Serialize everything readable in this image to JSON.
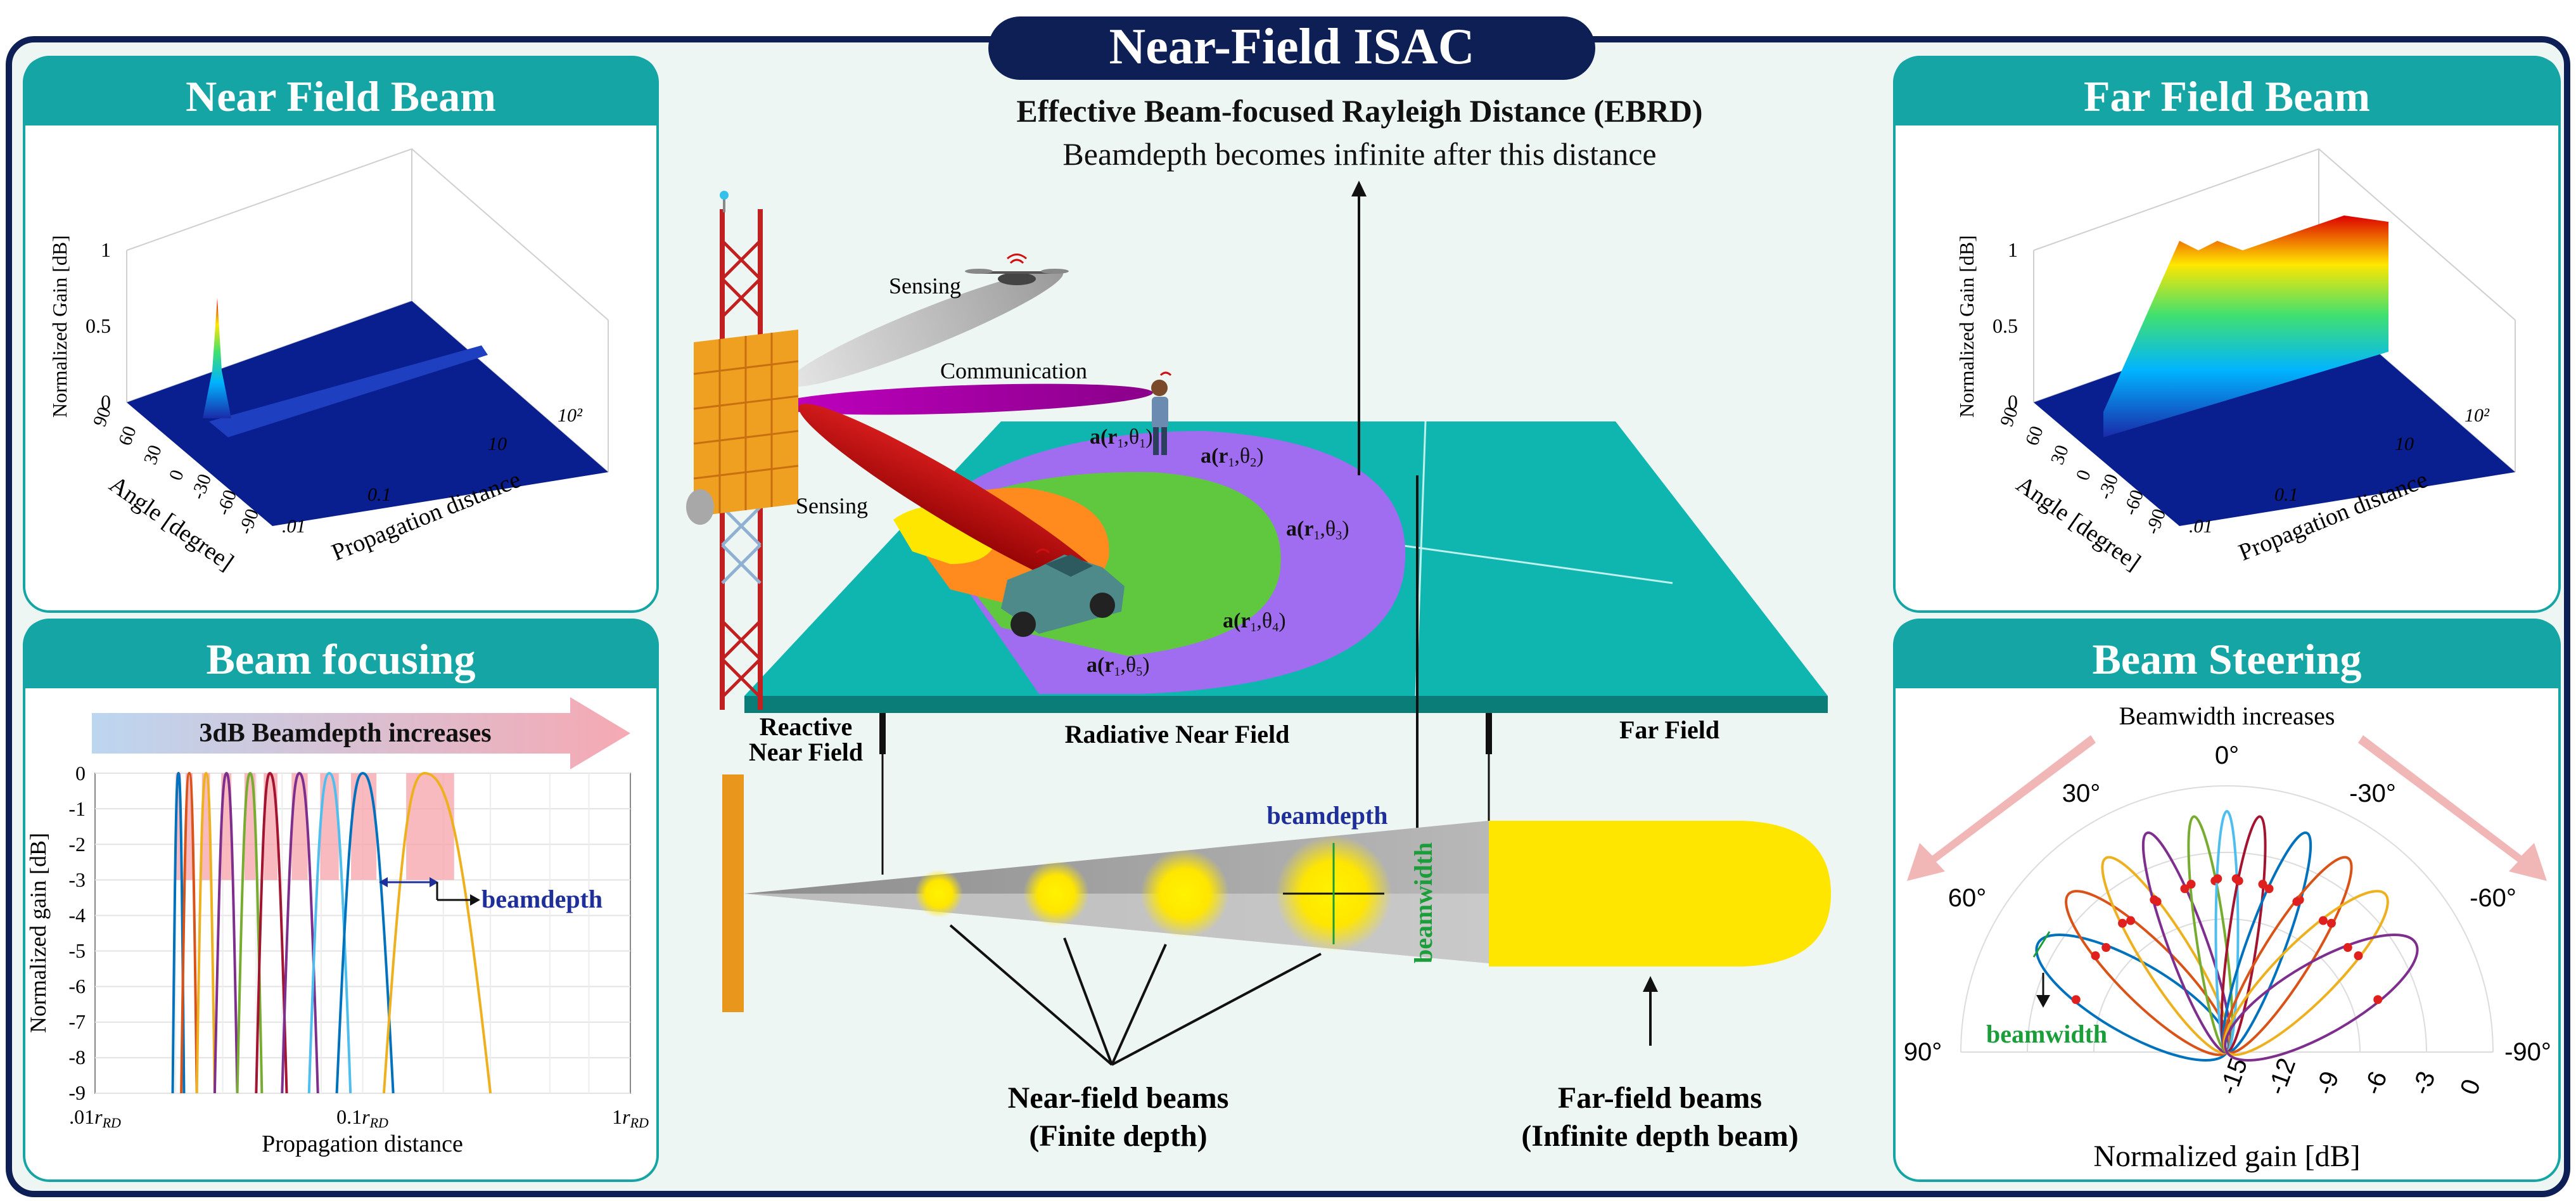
{
  "title": "Near-Field ISAC",
  "ebrd": {
    "title": "Effective Beam-focused Rayleigh Distance (EBRD)",
    "subtitle": "Beamdepth becomes infinite after this distance"
  },
  "panels": {
    "near_field_beam": {
      "title": "Near Field Beam",
      "zlabel": "Normalized Gain [dB]",
      "angle_label": "Angle [degree]",
      "distance_label": "Propagation distance",
      "angle_ticks": [
        "90",
        "60",
        "30",
        "0",
        "-30",
        "-60",
        "-90"
      ],
      "z_ticks": [
        "1",
        "0.5",
        "0"
      ],
      "distance_ticks": [
        ".01",
        "0.1",
        "",
        "10",
        "10²"
      ]
    },
    "far_field_beam": {
      "title": "Far Field Beam",
      "zlabel": "Normalized Gain [dB]",
      "angle_label": "Angle [degree]",
      "distance_label": "Propagation distance",
      "angle_ticks": [
        "90",
        "60",
        "30",
        "0",
        "-30",
        "-60",
        "-90"
      ],
      "z_ticks": [
        "1",
        "0.5",
        "0"
      ],
      "distance_ticks": [
        ".01",
        "0.1",
        "",
        "10",
        "10²"
      ]
    },
    "beam_focusing": {
      "title": "Beam focusing",
      "arrow_label": "3dB Beamdepth increases",
      "beamdepth_label": "beamdepth",
      "xlabel": "Propagation distance",
      "ylabel": "Normalized gain [dB]",
      "xticks": [
        ".01",
        "0.1",
        "1"
      ],
      "yticks": [
        "0",
        "-1",
        "-2",
        "-3",
        "-4",
        "-5",
        "-6",
        "-7",
        "-8",
        "-9"
      ]
    },
    "beam_steering": {
      "title": "Beam Steering",
      "top_label": "Beamwidth increases",
      "beamwidth_label": "beamwidth",
      "angle_ticks": [
        "0°",
        "30°",
        "-30°",
        "60°",
        "-60°",
        "90°",
        "-90°"
      ],
      "radial_ticks": [
        "-15",
        "-12",
        "-9",
        "-6",
        "-3",
        "0"
      ],
      "radial_label": "Normalized gain [dB]"
    }
  },
  "scene": {
    "sensing_top": "Sensing",
    "communication": "Communication",
    "sensing_left": "Sensing",
    "steering_vectors": [
      "a(r",
      "a(r",
      "a(r",
      "a(r",
      "a(r"
    ],
    "sv_sub_r": [
      "1",
      "1",
      "1",
      "1",
      "1"
    ],
    "sv_sub_t": [
      "1",
      "2",
      "3",
      "4",
      "5"
    ],
    "region_reactive": "Reactive\nNear Field",
    "region_radiative": "Radiative Near Field",
    "region_far": "Far Field",
    "beamdepth": "beamdepth",
    "beamwidth": "beamwidth",
    "near_beams_title": "Near-field beams",
    "near_beams_sub": "(Finite depth)",
    "far_beams_title": "Far-field beams",
    "far_beams_sub": "(Infinite depth beam)"
  },
  "colors": {
    "navy": "#0d1f55",
    "teal": "#14a5a4",
    "floor": "#0fb6b0",
    "beam_yellow": "#ffe600",
    "beamdepth_text": "#1f2f9a",
    "beamwidth_text": "#1b9e3a"
  },
  "icons": [
    "tower-icon",
    "drone-icon",
    "person-icon",
    "car-icon"
  ],
  "chart_data": [
    {
      "type": "line",
      "title": "Beam focusing",
      "xlabel": "Propagation distance",
      "ylabel": "Normalized gain [dB]",
      "xscale": "log",
      "xlim": [
        0.01,
        1
      ],
      "ylim": [
        -9,
        0
      ],
      "series": [
        {
          "color": "#0072bd",
          "x": [
            0.0195,
            0.0205,
            0.0215
          ],
          "values": [
            -9,
            0,
            -9
          ]
        },
        {
          "color": "#d95319",
          "x": [
            0.021,
            0.0225,
            0.024
          ],
          "values": [
            -9,
            0,
            -9
          ]
        },
        {
          "color": "#edb120",
          "x": [
            0.024,
            0.026,
            0.028
          ],
          "values": [
            -9,
            0,
            -9
          ]
        },
        {
          "color": "#7e2f8e",
          "x": [
            0.028,
            0.031,
            0.034
          ],
          "values": [
            -9,
            0,
            -9
          ]
        },
        {
          "color": "#77ac30",
          "x": [
            0.034,
            0.038,
            0.042
          ],
          "values": [
            -9,
            0,
            -9
          ]
        },
        {
          "color": "#a2142f",
          "x": [
            0.04,
            0.045,
            0.052
          ],
          "values": [
            -9,
            0,
            -9
          ]
        },
        {
          "color": "#7e2f8e",
          "x": [
            0.05,
            0.058,
            0.068
          ],
          "values": [
            -9,
            0,
            -9
          ]
        },
        {
          "color": "#4dbeee",
          "x": [
            0.063,
            0.075,
            0.09
          ],
          "values": [
            -9,
            0,
            -9
          ]
        },
        {
          "color": "#0072bd",
          "x": [
            0.08,
            0.1,
            0.13
          ],
          "values": [
            -9,
            0,
            -9
          ]
        },
        {
          "color": "#edb120",
          "x": [
            0.12,
            0.17,
            0.3
          ],
          "values": [
            -9,
            0,
            -9
          ]
        }
      ]
    }
  ]
}
